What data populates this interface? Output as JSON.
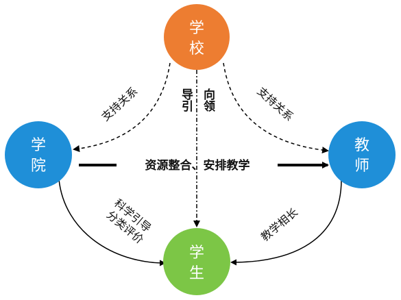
{
  "nodes": {
    "school": {
      "line1": "学",
      "line2": "校",
      "color": "#ED7D31"
    },
    "college": {
      "line1": "学",
      "line2": "院",
      "color": "#1F8FD8"
    },
    "teacher": {
      "line1": "教",
      "line2": "师",
      "color": "#1F8FD8"
    },
    "student": {
      "line1": "学",
      "line2": "生",
      "color": "#7CC646"
    }
  },
  "edges": {
    "school_to_college": {
      "label": "支持关系"
    },
    "school_to_teacher": {
      "label": "支持关系"
    },
    "school_to_student": {
      "label_left": "导引",
      "label_right": "向领"
    },
    "college_to_teacher": {
      "label": "资源整合、安排教学"
    },
    "college_to_student": {
      "line1": "科学引导",
      "line2": "分类评价"
    },
    "teacher_to_student": {
      "label": "教学相长"
    }
  }
}
